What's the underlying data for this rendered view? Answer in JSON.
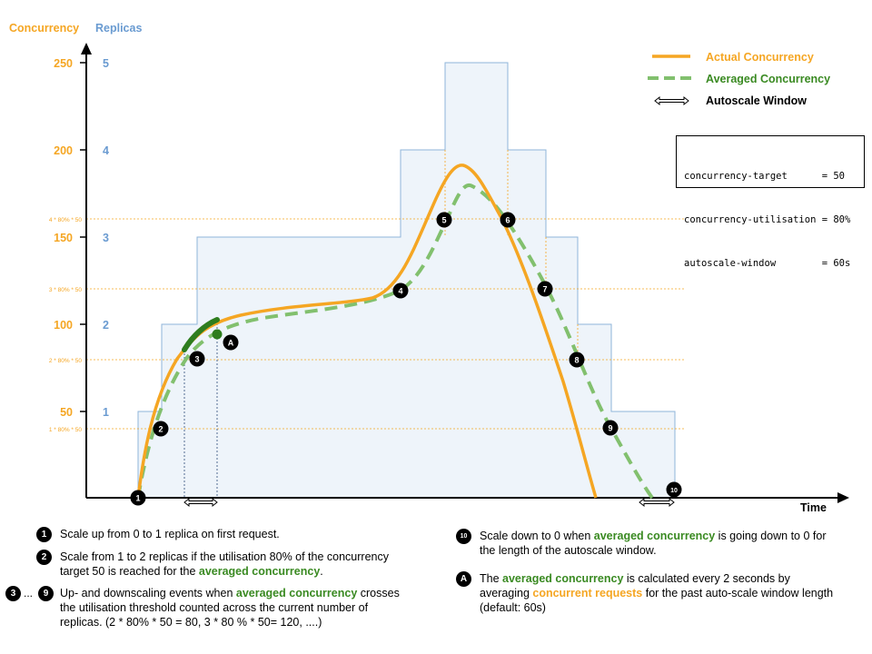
{
  "axes": {
    "y_left_title": "Concurrency",
    "y_right_title": "Replicas",
    "x_title": "Time",
    "y_left_ticks": [
      "250",
      "200",
      "150",
      "100",
      "50"
    ],
    "y_right_ticks": [
      "5",
      "4",
      "3",
      "2",
      "1"
    ],
    "threshold_labels": [
      "4 * 80% * 50",
      "3 * 80% * 50",
      "2 * 80% * 50",
      "1 * 80% * 50"
    ]
  },
  "legend": {
    "actual": "Actual Concurrency",
    "averaged": "Averaged Concurrency",
    "window": "Autoscale Window"
  },
  "config_box": [
    "concurrency-target      = 50",
    "concurrency-utilisation = 80%",
    "autoscale-window        = 60s"
  ],
  "markers": [
    "1",
    "2",
    "3",
    "4",
    "5",
    "6",
    "7",
    "8",
    "9",
    "10",
    "A"
  ],
  "notes": {
    "n1": {
      "marker": "1",
      "text": "Scale up from 0 to 1 replica on first request."
    },
    "n2": {
      "marker": "2",
      "text_a": "Scale from 1 to 2 replicas if the utilisation 80% of the concurrency target 50 is reached for the ",
      "hl": "averaged concurrency",
      "text_b": "."
    },
    "n3": {
      "marker_a": "3",
      "dots": "...",
      "marker_b": "9",
      "text_a": "Up- and downscaling events when ",
      "hl": "averaged concurrency",
      "text_b": " crosses the utilisation threshold counted across the current number of replicas. (2 * 80% * 50 = 80, 3 * 80 % * 50= 120, ....)"
    },
    "n10": {
      "marker": "10",
      "text_a": "Scale down to 0 when ",
      "hl": "averaged concurrency",
      "text_b": " is going down to 0 for the length of the autoscale window."
    },
    "nA": {
      "marker": "A",
      "text_a": "The ",
      "hl1": "averaged concurrency",
      "text_b": " is calculated every 2 seconds by averaging ",
      "hl2": "concurrent requests",
      "text_c": " for the past auto-scale window length (default: 60s)"
    }
  },
  "colors": {
    "actual": "#f5a623",
    "averaged": "#82c06e",
    "window_bar": "#2e7d1e",
    "replicas_fill": "#eef4fa",
    "replicas_stroke": "#8fb4da",
    "left_axis_text": "#f5a623",
    "right_axis_text": "#6a9bd1"
  }
}
